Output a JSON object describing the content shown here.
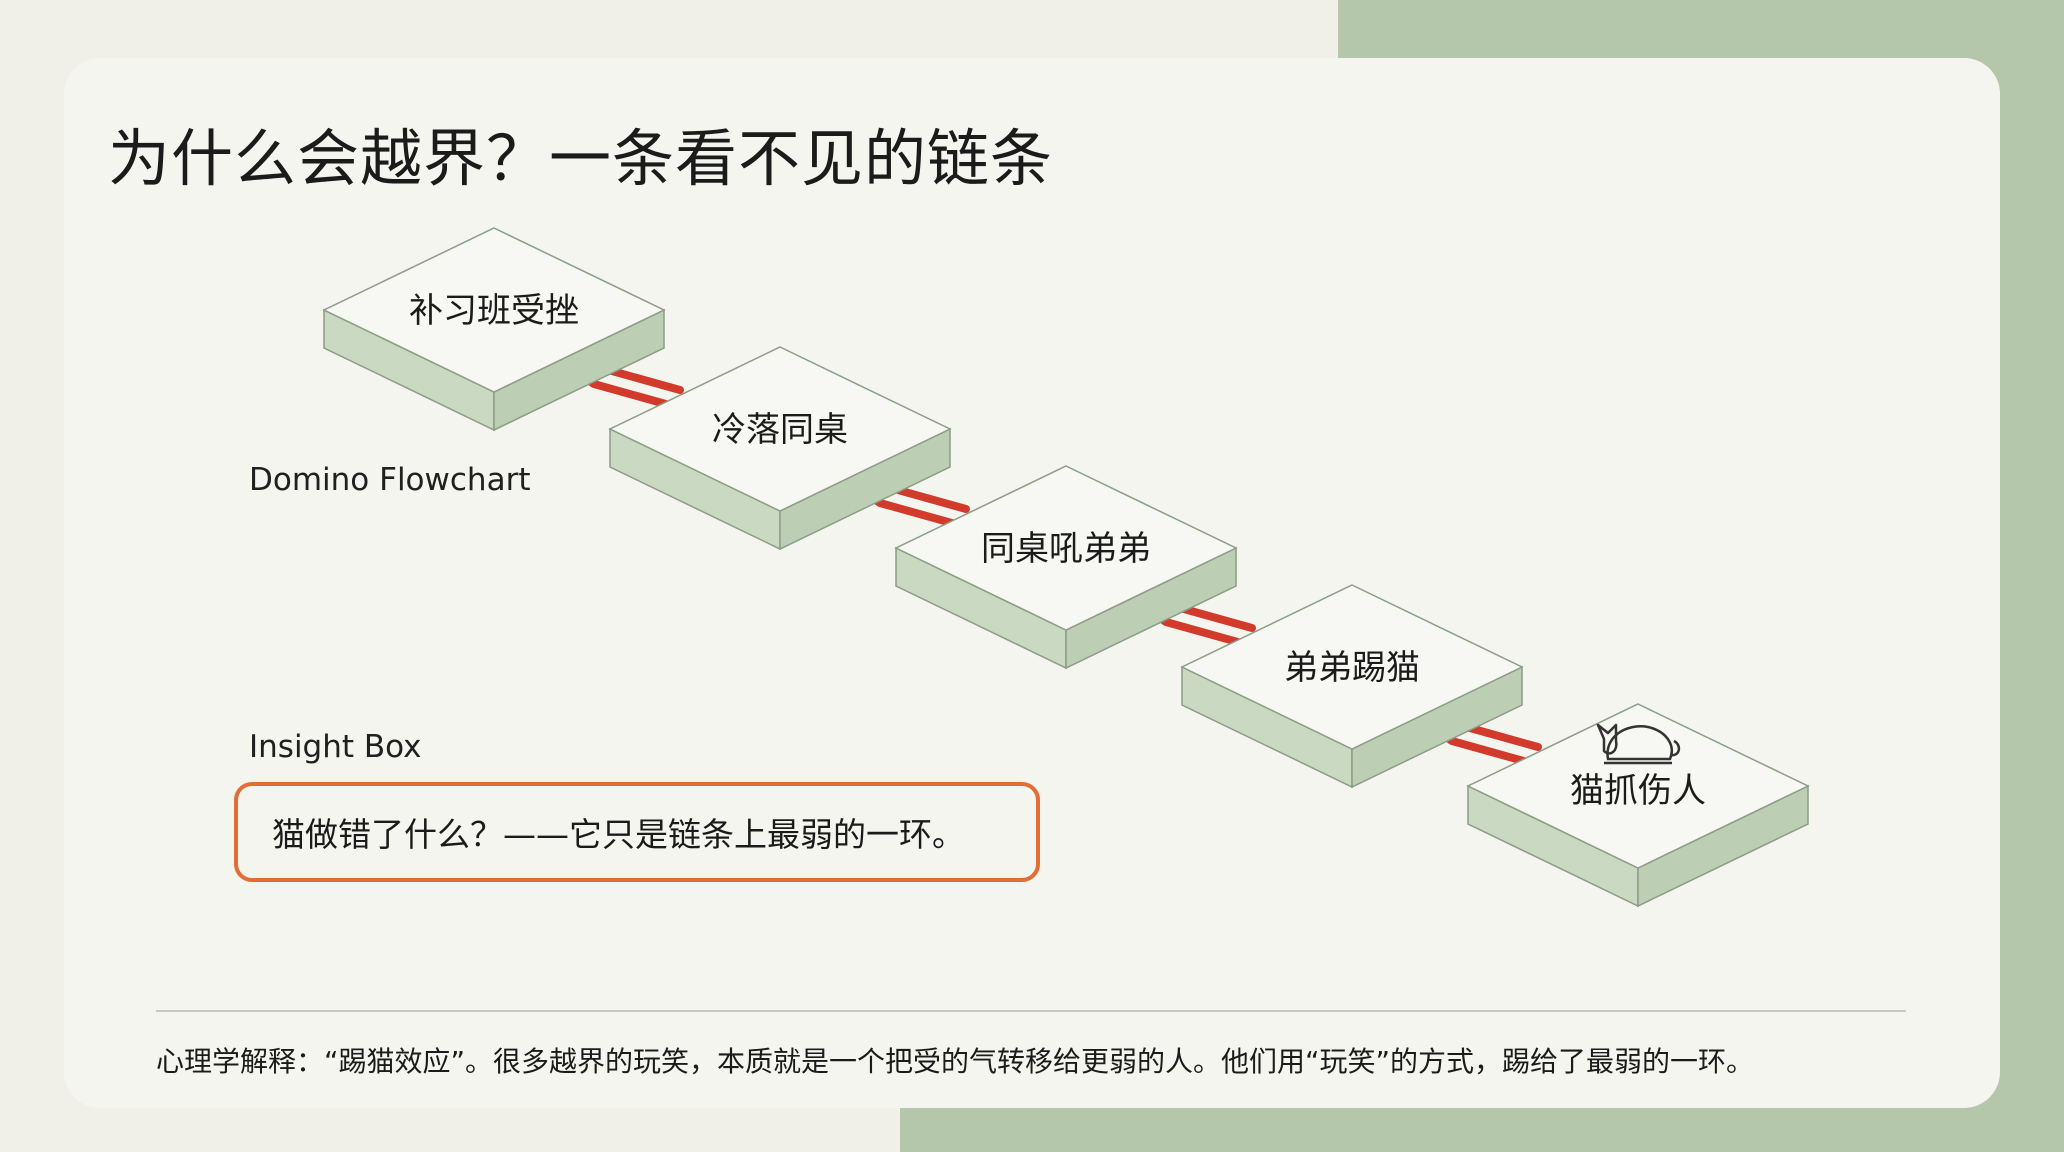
{
  "title": "为什么会越界？一条看不见的链条",
  "flowchart_label": "Domino Flowchart",
  "steps": [
    {
      "label": "补习班受挫"
    },
    {
      "label": "冷落同桌"
    },
    {
      "label": "同桌吼弟弟"
    },
    {
      "label": "弟弟踢猫"
    },
    {
      "label": "猫抓伤人"
    }
  ],
  "insight": {
    "label": "Insight Box",
    "text": "猫做错了什么？——它只是链条上最弱的一环。"
  },
  "footnote": "心理学解释：“踢猫效应”。很多越界的玩笑，本质就是一个把受的气转移给更弱的人。他们用“玩笑”的方式，踢给了最弱的一环。",
  "icons": {
    "last_step": "sleeping-cat-icon"
  },
  "colors": {
    "accent": "#e46c35",
    "link": "#d23b2c",
    "tile_top": "#f7f8f3",
    "tile_side": "#c9d9c2",
    "background_block": "#b5c7ab"
  }
}
